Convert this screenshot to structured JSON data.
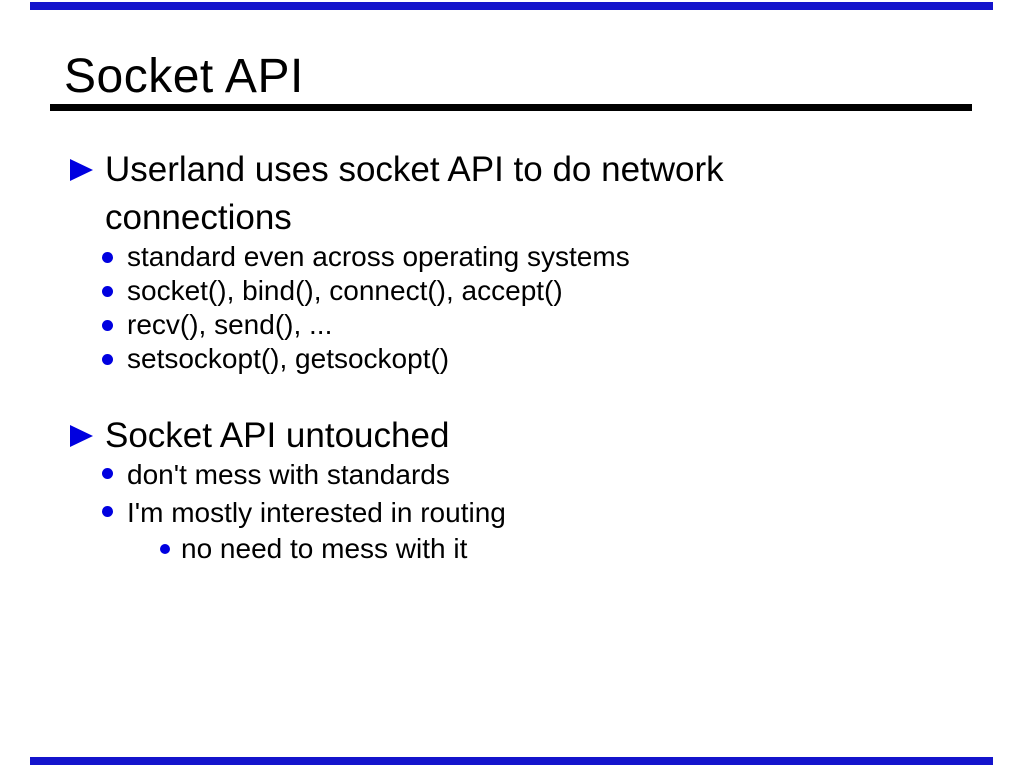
{
  "slide": {
    "title": "Socket API",
    "colors": {
      "bullet_blue": "#0000e0",
      "edge_bar_blue": "#1414cc",
      "text": "#000000",
      "underline": "#000000",
      "background": "#ffffff"
    },
    "icons": {
      "level1_bullet": "triangle-right-icon",
      "level2_bullet": "dot-icon",
      "level3_bullet": "dot-icon"
    },
    "sections": [
      {
        "heading_line1": "Userland uses socket API to do network",
        "heading_line2": "connections",
        "sub_items": [
          "standard even across operating systems",
          "socket(), bind(), connect(), accept()",
          "recv(), send(), ...",
          "setsockopt(), getsockopt()"
        ]
      },
      {
        "heading_line1": "Socket API untouched",
        "sub_items": [
          "don't mess with standards",
          "I'm mostly interested in routing"
        ],
        "sub_sub_items": [
          "no need to mess with it"
        ]
      }
    ]
  }
}
